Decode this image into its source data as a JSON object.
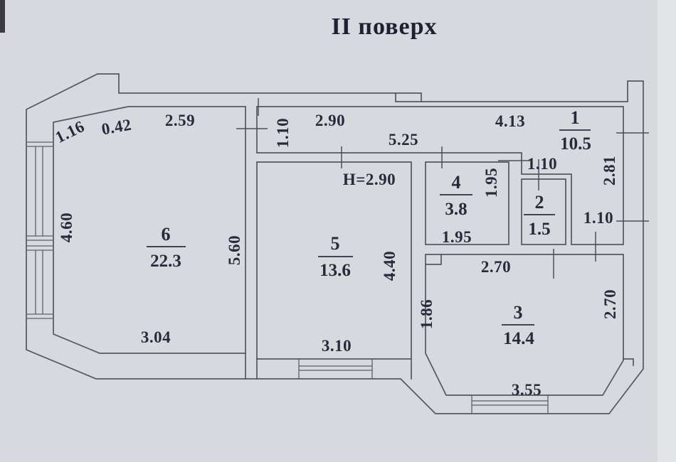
{
  "title": "II поверх",
  "colors": {
    "paper": "#d7d9de",
    "wall_line": "#565761",
    "ink": "#262a3a"
  },
  "rooms": {
    "r1": {
      "number": "1",
      "area": "10.5"
    },
    "r2": {
      "number": "2",
      "area": "1.5"
    },
    "r3": {
      "number": "3",
      "area": "14.4"
    },
    "r4": {
      "number": "4",
      "area": "3.8"
    },
    "r5": {
      "number": "5",
      "area": "13.6"
    },
    "r6": {
      "number": "6",
      "area": "22.3"
    }
  },
  "dims": {
    "slant_a": "1.16",
    "slant_b": "0.42",
    "room6_top": "2.59",
    "hall_width": "1.10",
    "hall_a": "2.90",
    "hall_b": "5.25",
    "hall_c": "4.13",
    "hall_right": "2.81",
    "room2_top": "1.10",
    "room4_right": "1.95",
    "room4_bottom": "1.95",
    "room6_left": "4.60",
    "room6_right": "5.60",
    "room6_bottom": "3.04",
    "room5_right": "4.40",
    "room5_bottom": "3.10",
    "room3_top": "2.70",
    "room3_left": "1.86",
    "room3_right": "2.70",
    "room3_bottom": "3.55",
    "room3_pass": "1.10",
    "ceiling_height": "H=2.90"
  }
}
